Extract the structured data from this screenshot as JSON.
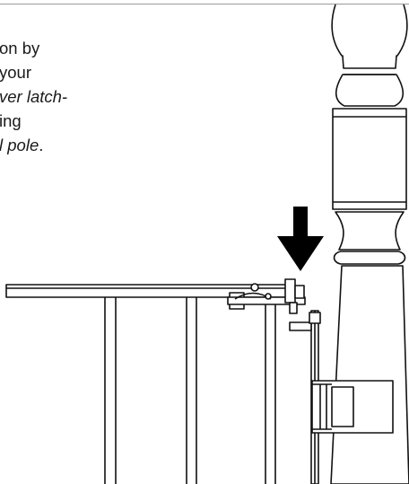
{
  "instruction": {
    "line1": "on by",
    "line2": "your",
    "line3_italic": "ver latch-",
    "line4": "ing",
    "line5_italic": "l pole",
    "line5_end": "."
  },
  "illustration": {
    "arrow_direction": "down",
    "stroke_color": "#111111",
    "fill_color": "#ffffff",
    "arrow_color": "#000000"
  }
}
